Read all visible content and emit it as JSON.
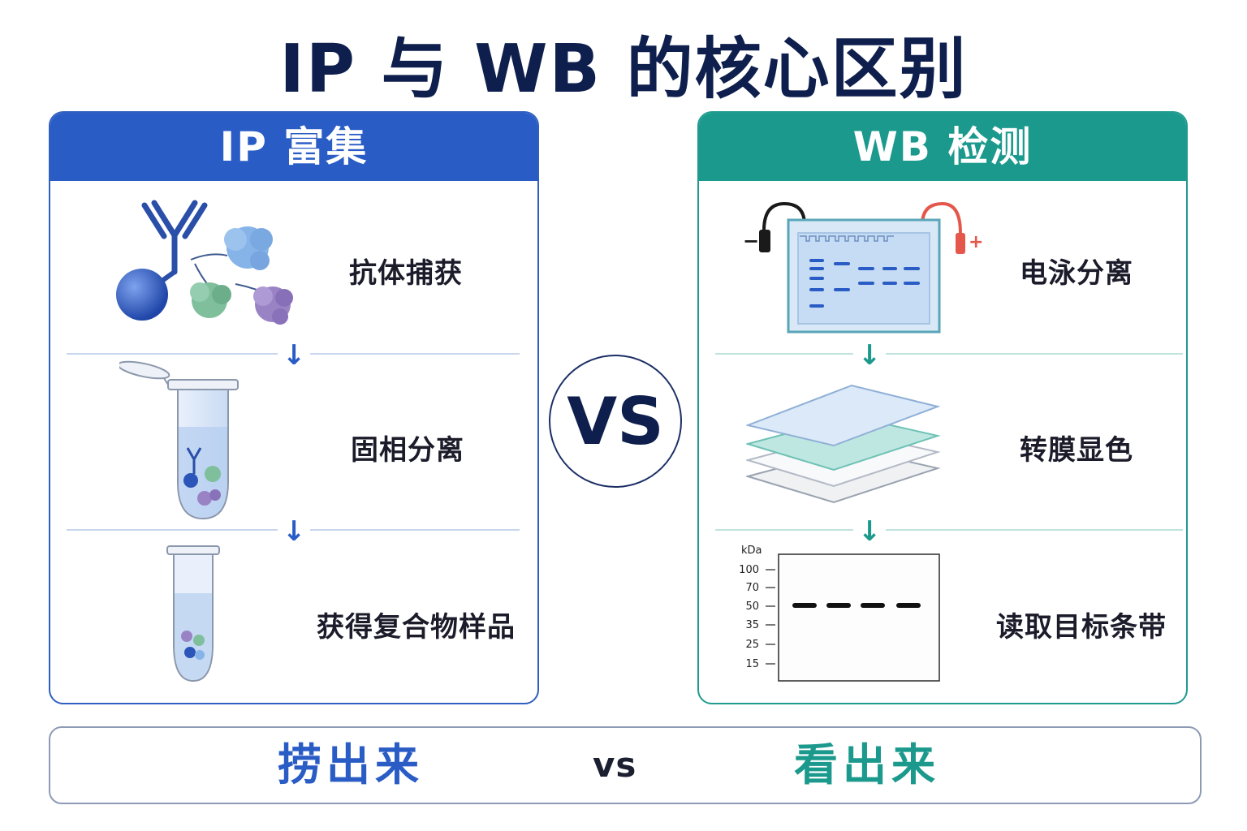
{
  "title": "IP 与 WB 的核心区别",
  "ip_panel": {
    "header": "IP 富集",
    "steps": [
      {
        "label": "抗体捕获",
        "icon": "antibody-capture-icon"
      },
      {
        "label": "固相分离",
        "icon": "tube-with-beads-icon"
      },
      {
        "label": "获得复合物样品",
        "icon": "tube-with-complex-icon"
      }
    ]
  },
  "wb_panel": {
    "header": "WB 检测",
    "steps": [
      {
        "label": "电泳分离",
        "icon": "electrophoresis-gel-icon"
      },
      {
        "label": "转膜显色",
        "icon": "membrane-stack-icon"
      },
      {
        "label": "读取目标条带",
        "icon": "western-blot-bands-icon"
      }
    ],
    "blot": {
      "unit": "kDa",
      "markers": [
        "100",
        "70",
        "50",
        "35",
        "25",
        "15"
      ]
    },
    "electrodes": {
      "negative": "−",
      "positive": "+"
    }
  },
  "vs": "VS",
  "bottom": {
    "left": "捞出来",
    "middle": "vs",
    "right": "看出来"
  },
  "colors": {
    "ip_accent": "#2a5cc6",
    "wb_accent": "#1b998d",
    "title": "#0f1f4d"
  },
  "arrow_glyph": "↓"
}
